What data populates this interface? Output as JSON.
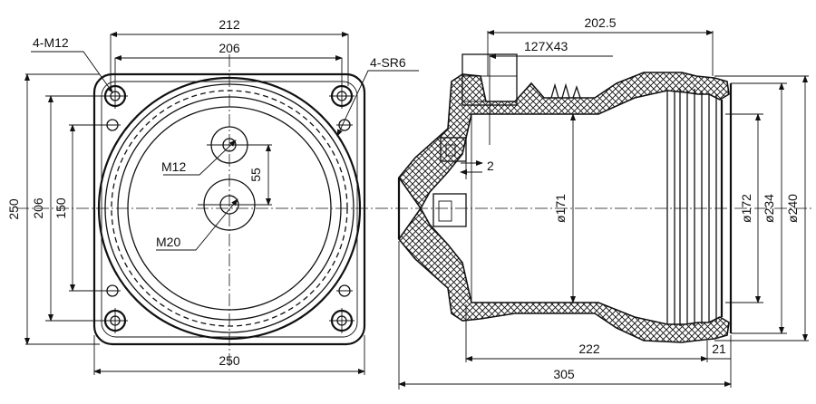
{
  "front_view": {
    "dim_top_outer": "212",
    "dim_top_inner": "206",
    "dim_bottom": "250",
    "dim_left_outer": "250",
    "dim_left_mid": "206",
    "dim_left_inner": "150",
    "dim_spacing": "55",
    "callout_holes": "4-M12",
    "callout_radius": "4-SR6",
    "thread_upper": "M12",
    "thread_lower": "M20"
  },
  "side_view": {
    "dim_top_overall": "202.5",
    "dim_slot": "127X43",
    "dim_gap": "2",
    "dim_inner_bore": "ø171",
    "dim_rim_inner": "ø172",
    "dim_rim_mid": "ø234",
    "dim_rim_outer": "ø240",
    "dim_body_length": "222",
    "dim_rim_length": "21",
    "dim_overall_length": "305"
  }
}
